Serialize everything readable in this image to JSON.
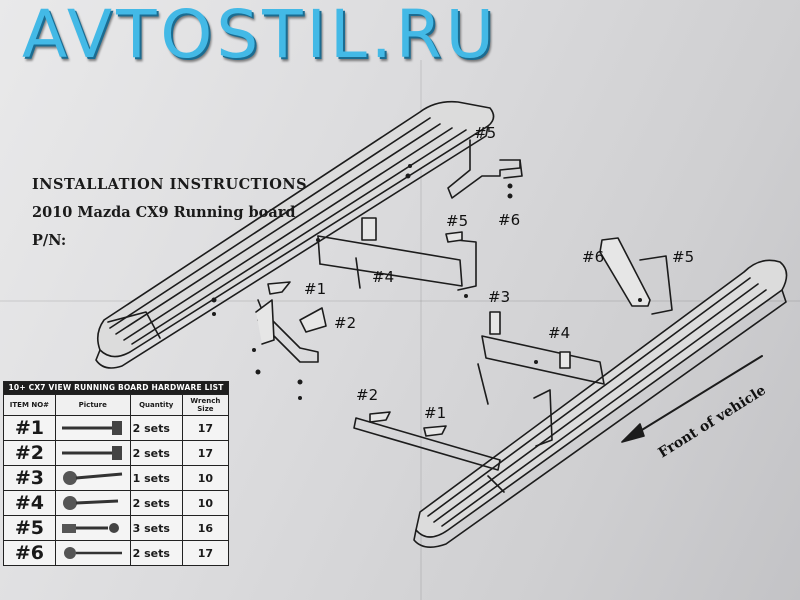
{
  "watermark": {
    "text": "AVTOSTIL.RU"
  },
  "instructions": {
    "title": "INSTALLATION INSTRUCTIONS",
    "model": "2010 Mazda CX9 Running board",
    "part_number_label": "P/N:"
  },
  "callouts": [
    {
      "id": "c1",
      "text": "#5"
    },
    {
      "id": "c2",
      "text": "#6"
    },
    {
      "id": "c3",
      "text": "#5"
    },
    {
      "id": "c4",
      "text": "#4"
    },
    {
      "id": "c5",
      "text": "#1"
    },
    {
      "id": "c6",
      "text": "#2"
    },
    {
      "id": "c7",
      "text": "#3"
    },
    {
      "id": "c8",
      "text": "#6"
    },
    {
      "id": "c9",
      "text": "#5"
    },
    {
      "id": "c10",
      "text": "#4"
    },
    {
      "id": "c11",
      "text": "#2"
    },
    {
      "id": "c12",
      "text": "#1"
    }
  ],
  "direction_label": "Front of vehicle",
  "hardware_table": {
    "caption": "10+ CX7 VIEW RUNNING BOARD HARDWARE LIST",
    "headers": {
      "item": "ITEM NO#",
      "picture": "Picture",
      "quantity": "Quantity",
      "wrench": "Wrench Size"
    },
    "rows": [
      {
        "item": "#1",
        "picture_icon": "bolt-icon",
        "quantity": "2 sets",
        "wrench": "17"
      },
      {
        "item": "#2",
        "picture_icon": "bolt-icon",
        "quantity": "2 sets",
        "wrench": "17"
      },
      {
        "item": "#3",
        "picture_icon": "screw-washer-icon",
        "quantity": "1 sets",
        "wrench": "10"
      },
      {
        "item": "#4",
        "picture_icon": "screw-washer-icon",
        "quantity": "2 sets",
        "wrench": "10"
      },
      {
        "item": "#5",
        "picture_icon": "clip-bolt-icon",
        "quantity": "3 sets",
        "wrench": "16"
      },
      {
        "item": "#6",
        "picture_icon": "stud-bolt-icon",
        "quantity": "2 sets",
        "wrench": "17"
      }
    ]
  }
}
